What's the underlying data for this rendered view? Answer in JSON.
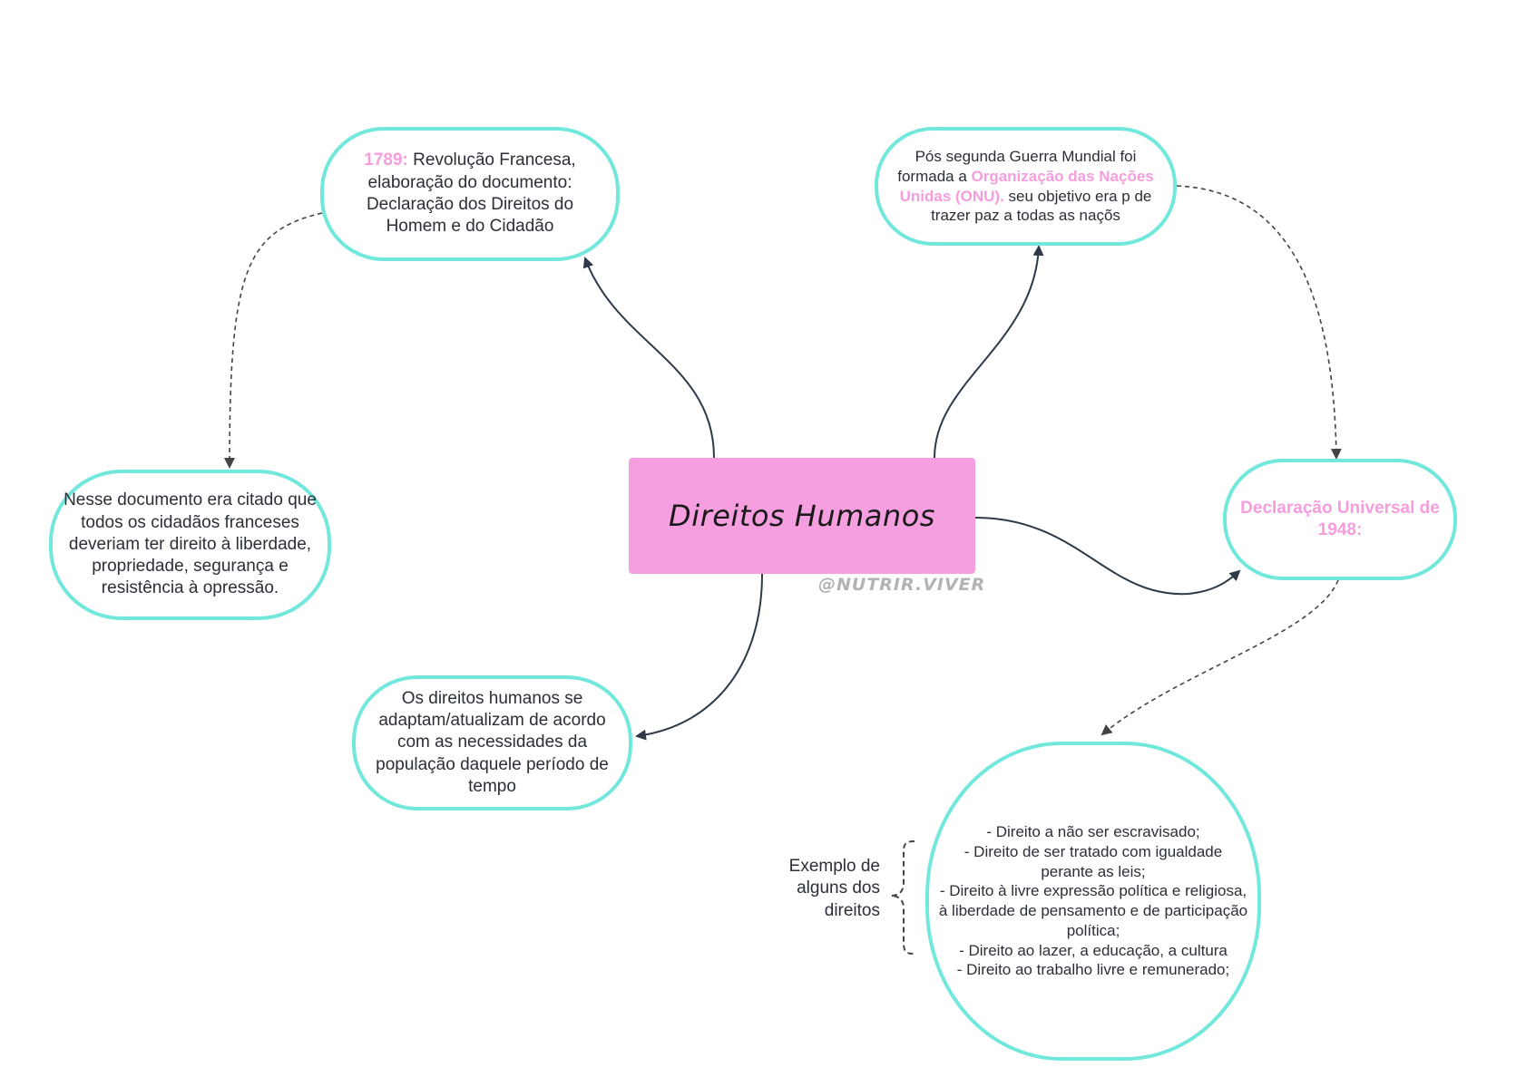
{
  "center": {
    "title": "Direitos Humanos"
  },
  "watermark": "@NUTRIR.VIVER",
  "nodes": {
    "revolucao": {
      "year": "1789:",
      "text": " Revolução Francesa, elaboração do documento: Declaração dos Direitos do Homem e do Cidadão"
    },
    "documento": {
      "text": "Nesse documento era citado que todos os cidadãos franceses deveriam ter direito à liberdade, propriedade, segurança e resistência à opressão."
    },
    "adaptam": {
      "text": "Os direitos humanos se adaptam/atualizam de acordo com as necessidades  da população daquele período de tempo"
    },
    "onu": {
      "text_before": "Pós segunda Guerra Mundial foi formada a ",
      "highlight": "Organização das Nações Unidas  (ONU).",
      "text_after": " seu objetivo era p  de trazer paz a todas as naçõs"
    },
    "declaracao": {
      "text": "Declaração Universal de 1948:"
    },
    "direitos_lista": {
      "items": [
        "- Direito a não ser escravisado;",
        "- Direito de ser tratado com igualdade perante as leis;",
        "- Direito à livre expressão política e religiosa, à liberdade de pensamento e de participação política;",
        "- Direito ao  lazer, a educação, a cultura",
        "- Direito ao trabalho livre e remunerado;"
      ]
    }
  },
  "side_label": "Exemplo de alguns dos direitos",
  "colors": {
    "node_border": "#72e8dc",
    "center_fill": "#f69fe0",
    "highlight": "#f59ddd",
    "connector": "#2f3a48",
    "dashed": "#444444"
  }
}
